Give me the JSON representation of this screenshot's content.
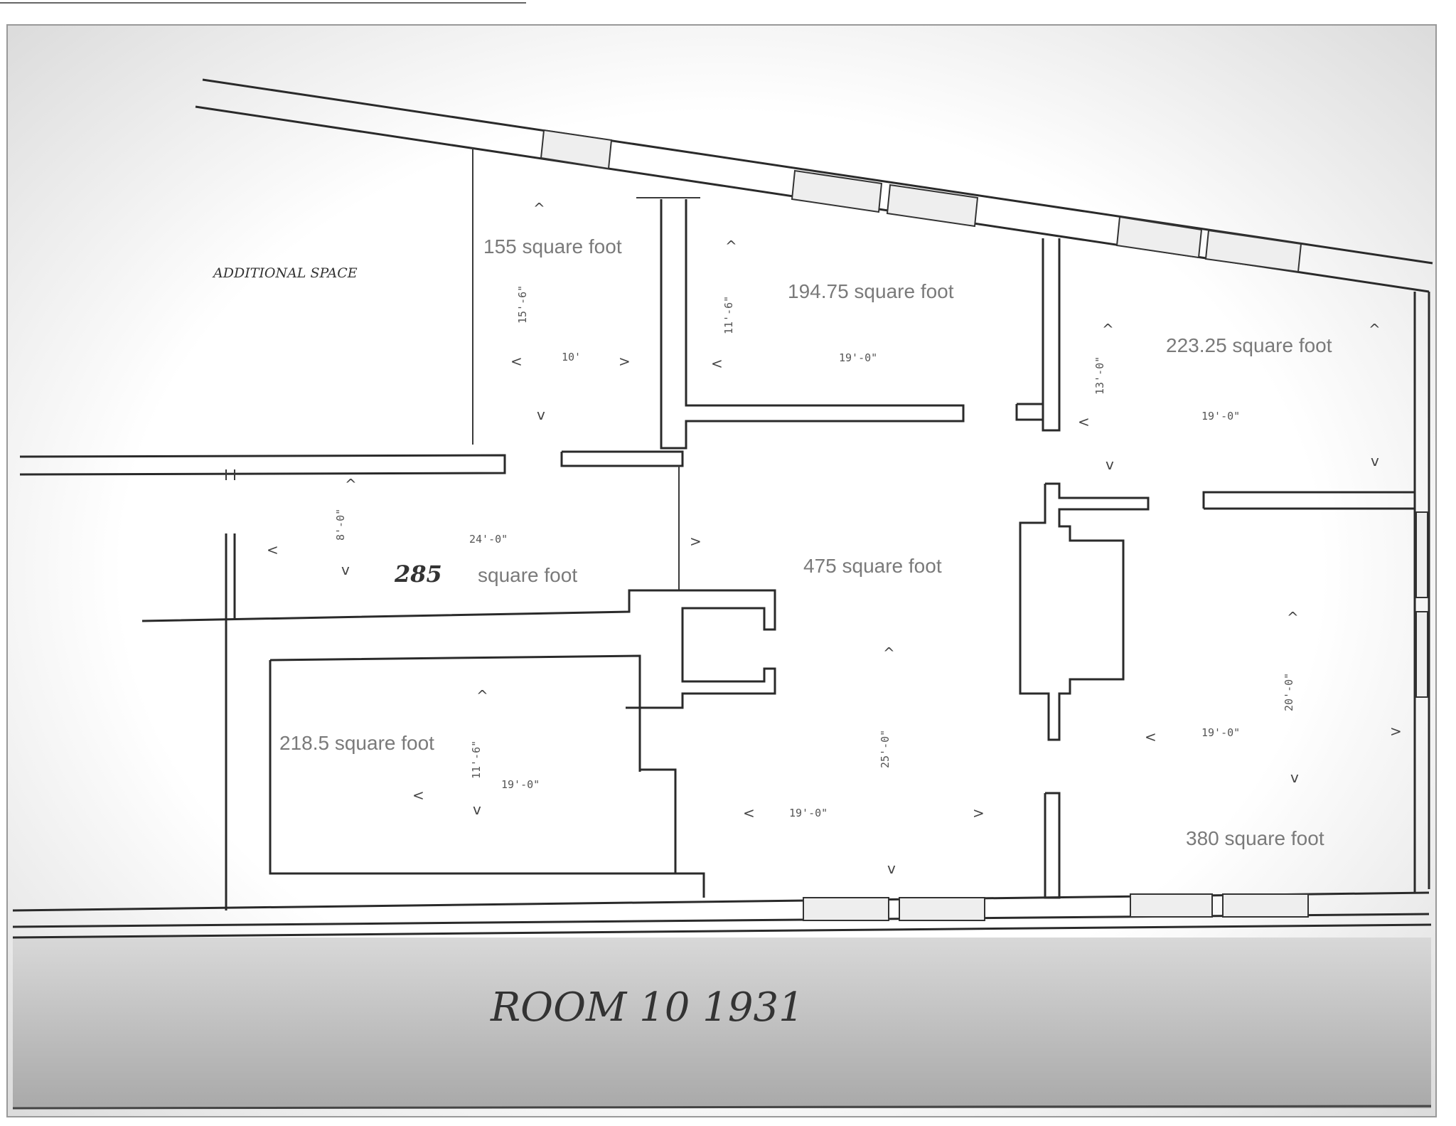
{
  "plan": {
    "title_handwritten": "ROOM 10  1931",
    "annotation_handwritten": "ADDITIONAL SPACE",
    "rooms": [
      {
        "area": "155 square foot",
        "dims": {
          "h": "15'-6\"",
          "w": "10'"
        }
      },
      {
        "area": "194.75 square foot",
        "dims": {
          "h": "11'-6\"",
          "w": "19'-0\""
        }
      },
      {
        "area": "223.25 square foot",
        "dims": {
          "h": "13'-0\"",
          "w": "19'-0\""
        }
      },
      {
        "area": "285",
        "area_suffix": "square foot",
        "dims": {
          "h": "8'-0\"",
          "w": "24'-0\""
        }
      },
      {
        "area": "475 square foot",
        "dims": {
          "h": "25'-0\"",
          "w": "19'-0\""
        }
      },
      {
        "area": "218.5 square foot",
        "dims": {
          "h": "11'-6\"",
          "w": "19'-0\""
        }
      },
      {
        "area": "380 square foot",
        "dims": {
          "h": "20'-0\"",
          "w": "19'-0\""
        }
      }
    ]
  }
}
